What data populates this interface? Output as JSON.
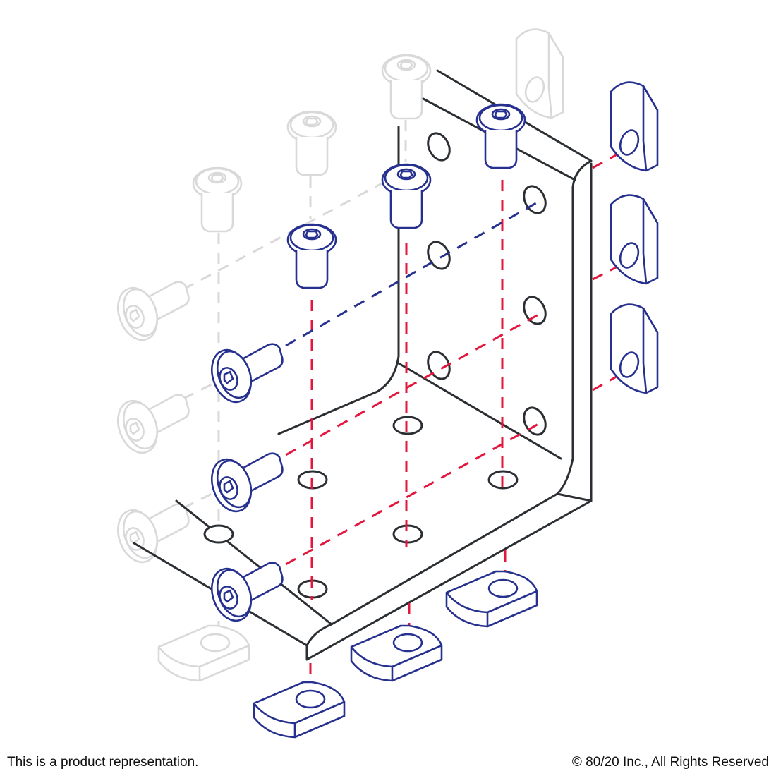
{
  "footer": {
    "disclaimer": "This is a product representation.",
    "copyright": "© 80/20 Inc., All Rights Reserved"
  },
  "diagram": {
    "subject": "exploded view of L-shaped corner bracket with button head screws and T-nuts",
    "colors": {
      "bracket_outline": "#2b2f33",
      "active_fastener": "#26308e",
      "ghost_fastener": "#d9d9d9",
      "red_guide": "#e3173e",
      "blue_guide": "#26308e"
    },
    "components": {
      "bracket": 1,
      "vertical_plate_holes": 6,
      "horizontal_plate_holes": 6,
      "active_screws": 6,
      "ghost_screws": 6,
      "active_tnuts": 6,
      "ghost_tnuts": 2
    }
  }
}
